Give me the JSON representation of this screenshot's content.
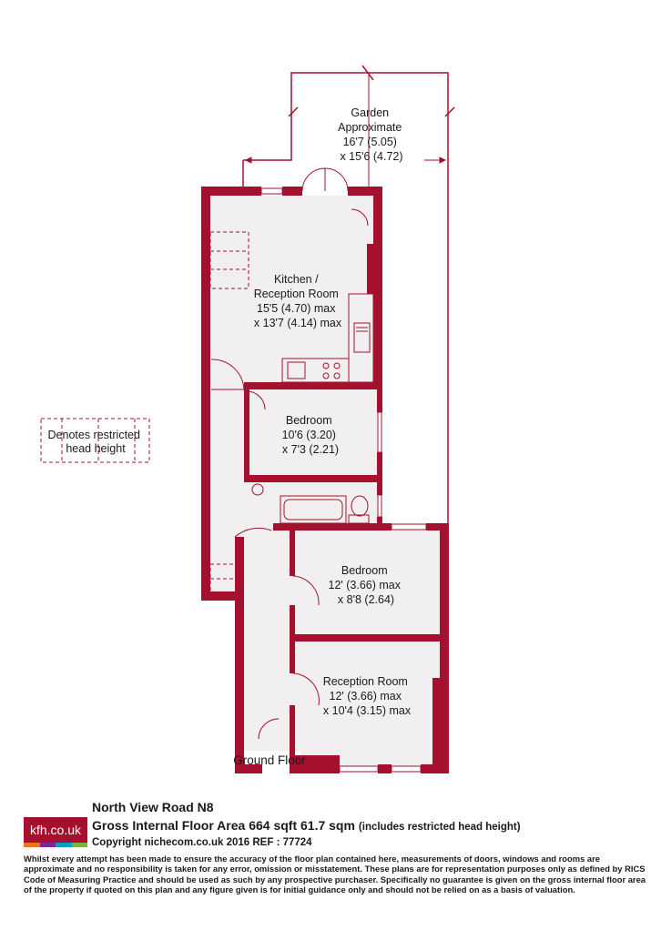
{
  "colors": {
    "wall": "#a5102f",
    "floor": "#f1eff0",
    "text": "#1a1a1a"
  },
  "rooms": {
    "garden": {
      "lines": [
        "Garden",
        "Approximate",
        "16'7 (5.05)",
        "x 15'6 (4.72)"
      ]
    },
    "kitchen": {
      "lines": [
        "Kitchen /",
        "Reception Room",
        "15'5 (4.70) max",
        "x 13'7 (4.14) max"
      ]
    },
    "bedroom1": {
      "lines": [
        "Bedroom",
        "10'6 (3.20)",
        "x 7'3 (2.21)"
      ]
    },
    "bedroom2": {
      "lines": [
        "Bedroom",
        "12' (3.66) max",
        "x 8'8 (2.64)"
      ]
    },
    "reception": {
      "lines": [
        "Reception Room",
        "12' (3.66) max",
        "x 10'4 (3.15) max"
      ]
    }
  },
  "floor_label": "Ground Floor",
  "legend": {
    "lines": [
      "Denotes restricted",
      "head height"
    ]
  },
  "footer": {
    "logo_text": "kfh.co.uk",
    "logo_colors": [
      "#e87722",
      "#7a2a8c",
      "#00a3c4",
      "#7bb342"
    ],
    "address": "North View Road  N8",
    "area": "Gross Internal Floor Area 664 sqft 61.7 sqm",
    "area_note": "(includes restricted head height)",
    "copyright": "Copyright nichecom.co.uk 2016 REF : 77724",
    "disclaimer": "Whilst every attempt has been made to ensure the accuracy of the floor plan contained here, measurements of doors, windows and rooms are approximate and no responsibility is taken for any error, omission or misstatement.  These plans are for representation purposes only as defined by RICS Code of Measuring Practice and should be used as such by any prospective purchaser.  Specifically no guarantee is given on the gross internal floor area of the property if quoted on this plan and any figure given is for initial guidance only and should not be relied on as a basis of valuation."
  }
}
